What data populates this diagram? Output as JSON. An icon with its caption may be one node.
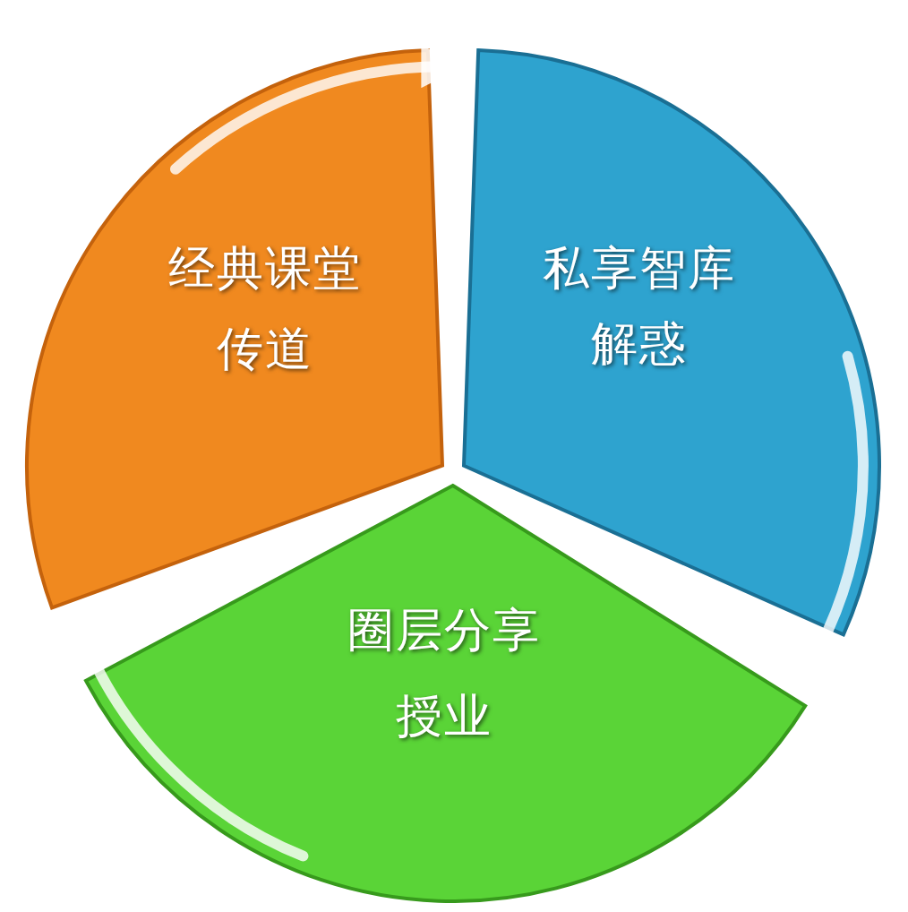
{
  "diagram": {
    "nodes": [
      {
        "text": [
          "经典课堂",
          "传道"
        ]
      },
      {
        "text": [
          "私享智库",
          "解惑"
        ]
      },
      {
        "text": [
          "圈层分享",
          "授业"
        ]
      }
    ],
    "edges": [
      {
        "from": 0,
        "to": 1,
        "arrow": "to"
      },
      {
        "from": 1,
        "to": 2,
        "arrow": "to"
      },
      {
        "from": 2,
        "to": 0,
        "arrow": "to"
      }
    ]
  }
}
